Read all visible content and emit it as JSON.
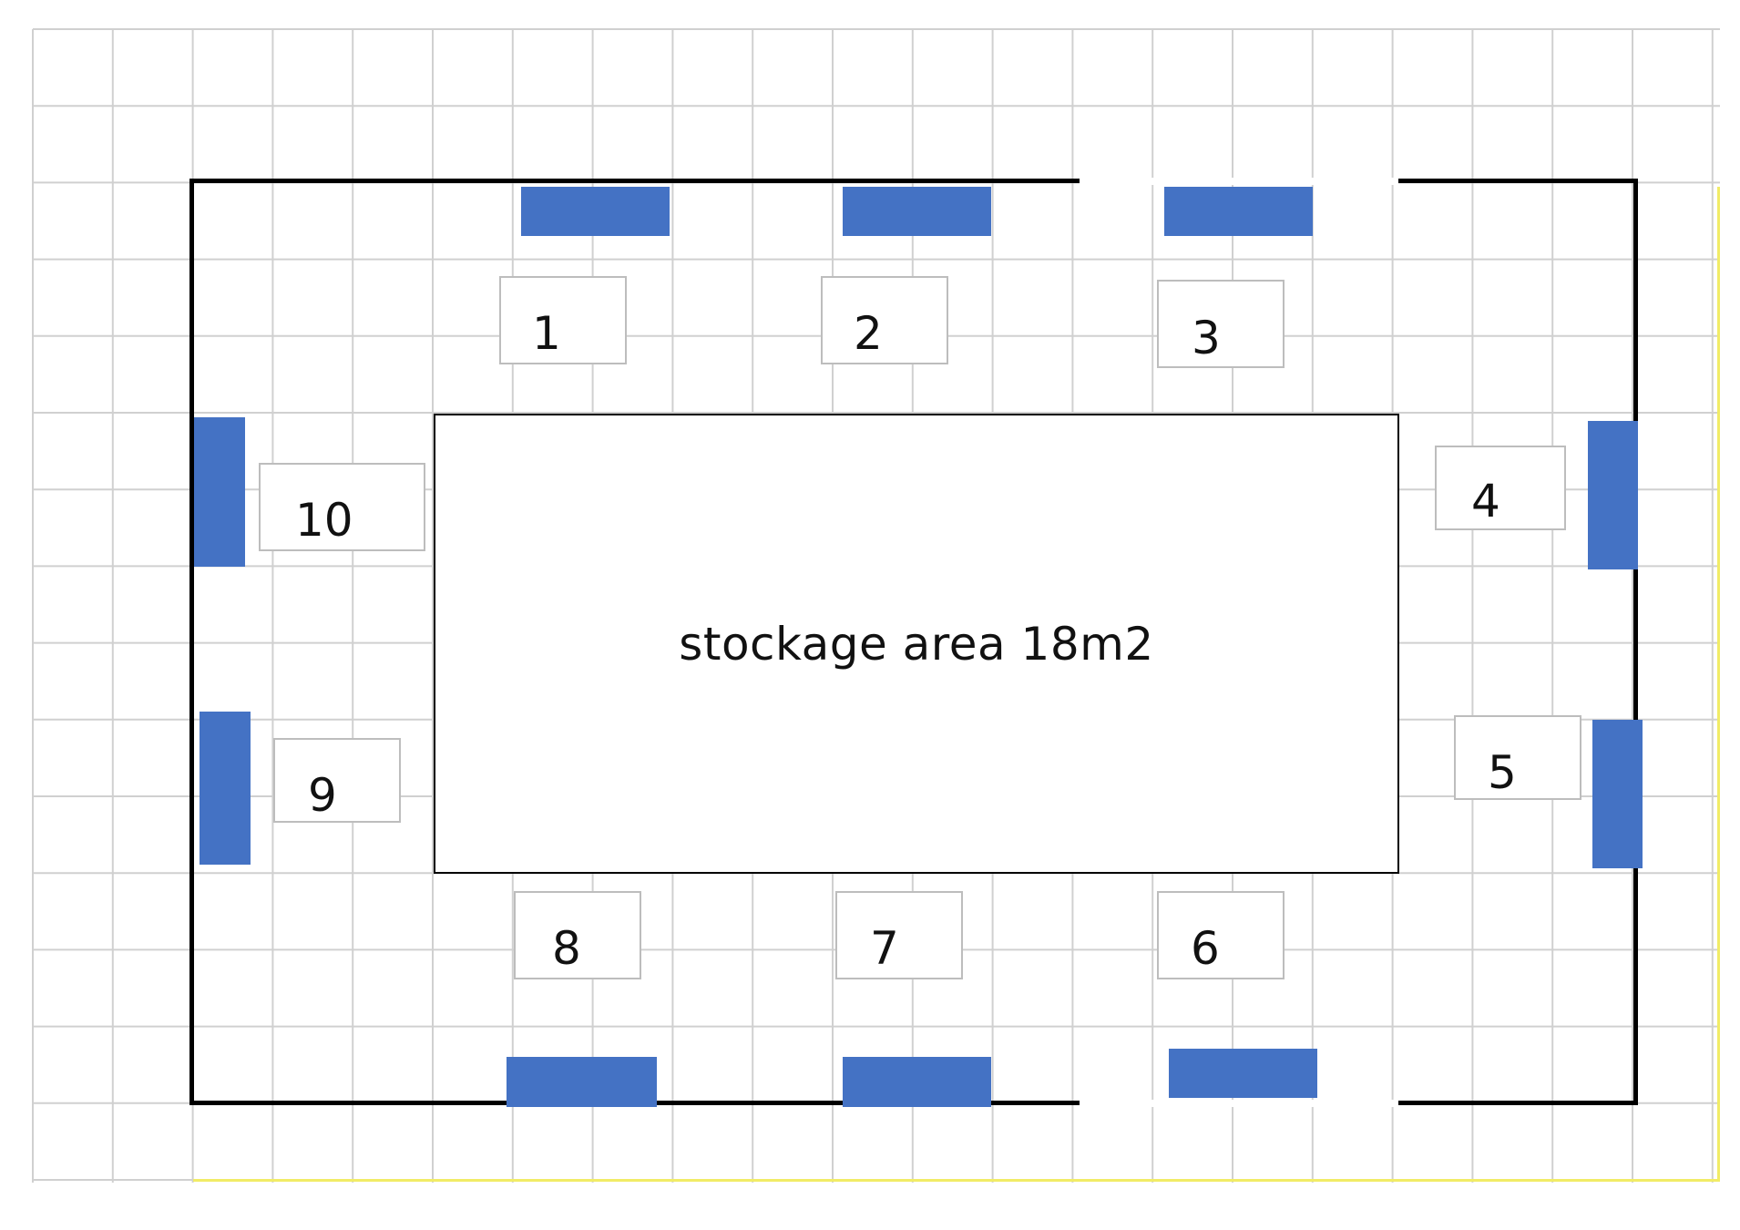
{
  "storage": {
    "label": "stockage area 18m2"
  },
  "labels": [
    "1",
    "2",
    "3",
    "4",
    "5",
    "6",
    "7",
    "8",
    "9",
    "10"
  ],
  "colors": {
    "marker": "#4472c4",
    "wall": "#000000",
    "grid": "#d0d0d0",
    "label_border": "#bdbdbd",
    "accent_yellow": "#f1ec66"
  }
}
